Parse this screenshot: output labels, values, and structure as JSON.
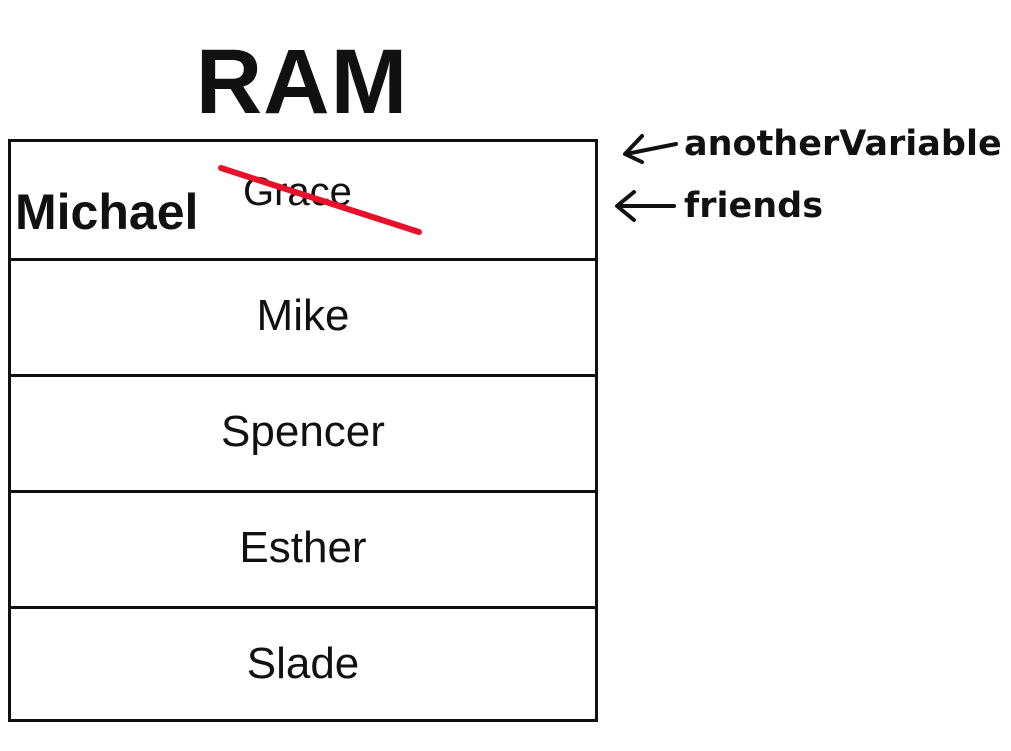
{
  "title": "RAM",
  "cells": [
    {
      "value": "Grace",
      "overwritten_by": "Michael"
    },
    {
      "value": "Mike"
    },
    {
      "value": "Spencer"
    },
    {
      "value": "Esther"
    },
    {
      "value": "Slade"
    }
  ],
  "pointers": [
    {
      "label": "anotherVariable"
    },
    {
      "label": "friends"
    }
  ],
  "colors": {
    "strike": "#e8102b",
    "ink": "#111111"
  }
}
